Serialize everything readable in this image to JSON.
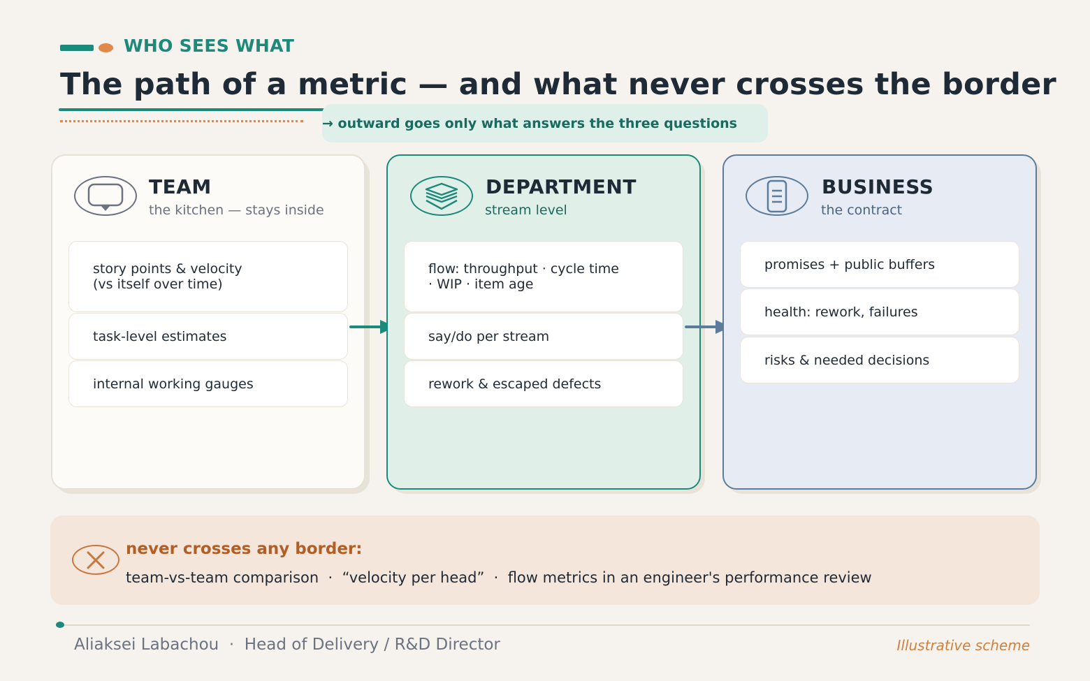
{
  "header": {
    "kicker": "WHO SEES WHAT",
    "title": "The path of a metric — and what never crosses the border",
    "subtitle": "→ outward goes only what answers the three questions"
  },
  "columns": [
    {
      "title": "TEAM",
      "subtitle": "the kitchen — stays inside",
      "icon": "speech-bubble-icon",
      "items": [
        {
          "line1": "story points & velocity",
          "line2": "(vs itself over time)"
        },
        {
          "line1": "task-level estimates"
        },
        {
          "line1": "internal working gauges"
        }
      ]
    },
    {
      "title": "DEPARTMENT",
      "subtitle": "stream level",
      "icon": "layers-icon",
      "items": [
        {
          "line1": "flow: throughput · cycle time",
          "line2": "· WIP · item age"
        },
        {
          "line1": "say/do per stream"
        },
        {
          "line1": "rework & escaped defects"
        }
      ]
    },
    {
      "title": "BUSINESS",
      "subtitle": "the contract",
      "icon": "document-icon",
      "items": [
        {
          "line1": "promises + public buffers"
        },
        {
          "line1": "health: rework, failures"
        },
        {
          "line1": "risks & needed decisions"
        }
      ]
    }
  ],
  "never": {
    "title": "never crosses any border:",
    "list": "team-vs-team comparison  ·  “velocity per head”  ·  flow metrics in an engineer's performance review",
    "icon": "x-icon"
  },
  "footer": {
    "author": "Aliaksei Labachou  ·  Head of Delivery / R&D Director",
    "note": "Illustrative scheme"
  },
  "colors": {
    "teal": "#1b8a7a",
    "orange": "#e0894a",
    "slate": "#5d7b9a",
    "background": "#f6f3ee"
  }
}
